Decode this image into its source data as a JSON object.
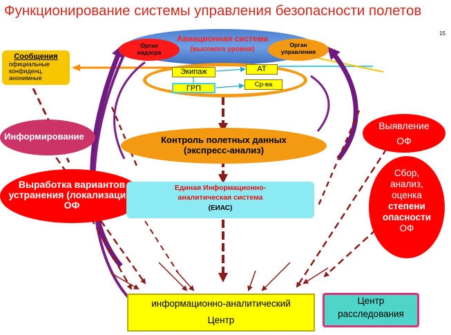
{
  "title": "Функционирование системы управления безопасности полетов",
  "slide_number": "15",
  "aviation_system": {
    "label": "Авиационная система",
    "sublabel": "(высокого уровня)",
    "supervision_body": "Орган надзора",
    "management_body": "Орган управления",
    "crew": "Экипаж",
    "atc": "АТ",
    "ground_handling": "ГРП",
    "facilities": "Ср-ва"
  },
  "messages": {
    "heading": "Сообщения",
    "items": [
      "официальные",
      "конфиденц.",
      "анонимные"
    ]
  },
  "informing": "Информирование",
  "elimination": "Выработка вариантов устранения (локализации) ОФ",
  "flight_data_control": {
    "line1": "Контроль полетных данных",
    "line2": "(экспресс-анализ)"
  },
  "eias": {
    "line1": "Единая Информационно-",
    "line2": "аналитическая система",
    "abbr": "(ЕИАС)"
  },
  "detection": {
    "line1": "Выявление",
    "line2": "ОФ"
  },
  "assessment": {
    "line1": "Сбор,",
    "line2": "анализ,",
    "line3": "оценка",
    "line4": "степени",
    "line5": "опасности",
    "line6": "ОФ"
  },
  "info_center": {
    "line1": "информационно-аналитический",
    "line2": "Центр"
  },
  "investigation_center": {
    "line1": "Центр",
    "line2": "расследования"
  },
  "colors": {
    "title": "#d0281c",
    "red": "#ff0000",
    "orange": "#ff8c00",
    "yellow": "#ffff00",
    "cyan": "#8ceaf5",
    "purple": "#7a1f86",
    "brown": "#8b1a1a",
    "magenta_red": "#cc3366"
  }
}
